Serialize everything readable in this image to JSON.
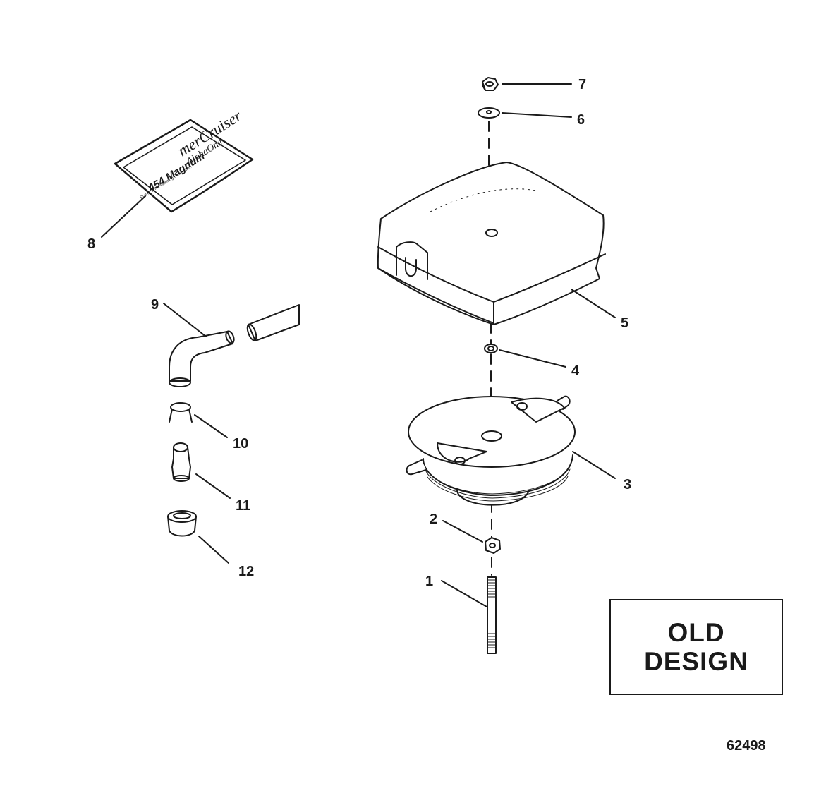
{
  "diagram": {
    "callouts": {
      "c1": "1",
      "c2": "2",
      "c3": "3",
      "c4": "4",
      "c5": "5",
      "c6": "6",
      "c7": "7",
      "c8": "8",
      "c9": "9",
      "c10": "10",
      "c11": "11",
      "c12": "12"
    },
    "decal": {
      "brand": "merCruiser",
      "model": "AlphaOne",
      "engine": "454 Magnum",
      "fine_print": "Power drive steering/Power trim"
    },
    "stamp": {
      "line1": "OLD",
      "line2": "DESIGN"
    },
    "figure_number": "62498"
  }
}
